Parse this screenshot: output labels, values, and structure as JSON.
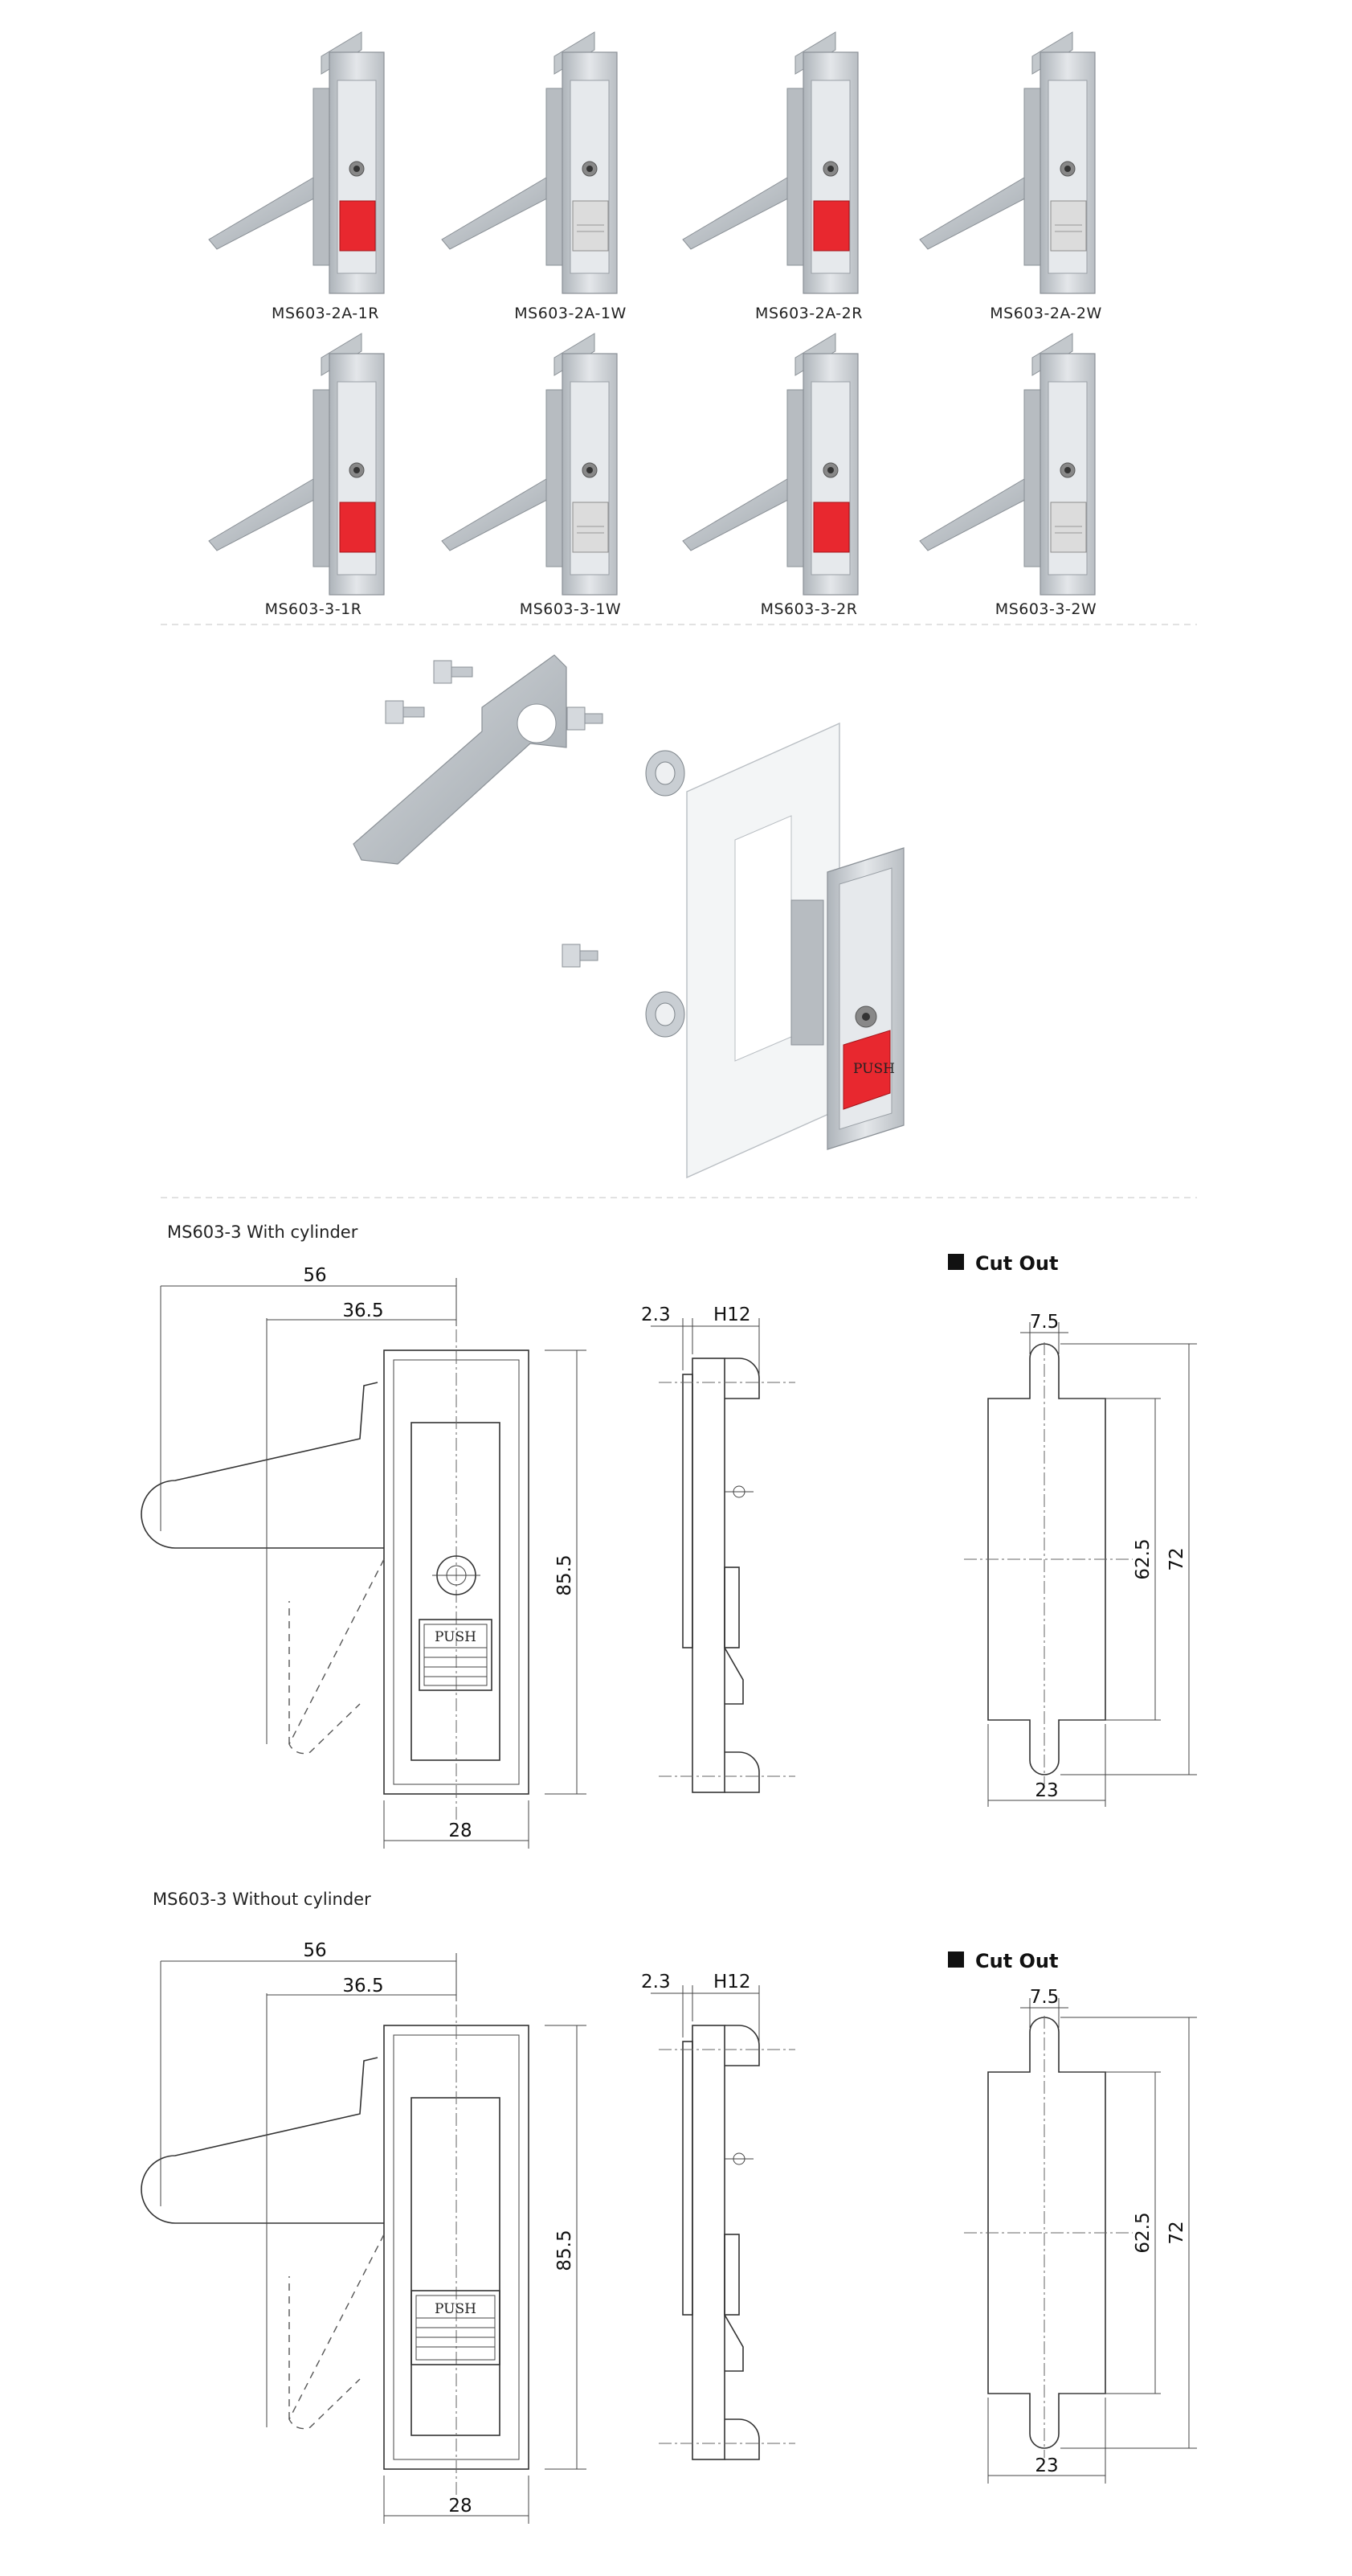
{
  "products": {
    "row1": [
      "MS603-2A-1R",
      "MS603-2A-1W",
      "MS603-2A-2R",
      "MS603-2A-2W"
    ],
    "row2": [
      "MS603-3-1R",
      "MS603-3-1W",
      "MS603-3-2R",
      "MS603-3-2W"
    ]
  },
  "colors": {
    "red_button": "#e8282f",
    "white_button": "#dcdcdc",
    "metal": "#c9ced3"
  },
  "exploded_view": {
    "button_label": "PUSH"
  },
  "drawing_with_cylinder": {
    "title": "MS603-3 With cylinder",
    "dims": {
      "overall_width": "56",
      "handle_offset": "36.5",
      "height": "85.5",
      "body_width": "28",
      "flange": "2.3",
      "h12": "H12"
    },
    "push_label": "PUSH",
    "cutout": {
      "title": "Cut Out",
      "slot_width": "7.5",
      "inner_height": "62.5",
      "outer_height": "72",
      "width": "23"
    }
  },
  "drawing_without_cylinder": {
    "title": "MS603-3 Without cylinder",
    "dims": {
      "overall_width": "56",
      "handle_offset": "36.5",
      "height": "85.5",
      "body_width": "28",
      "flange": "2.3",
      "h12": "H12"
    },
    "push_label": "PUSH",
    "cutout": {
      "title": "Cut Out",
      "slot_width": "7.5",
      "inner_height": "62.5",
      "outer_height": "72",
      "width": "23"
    }
  }
}
